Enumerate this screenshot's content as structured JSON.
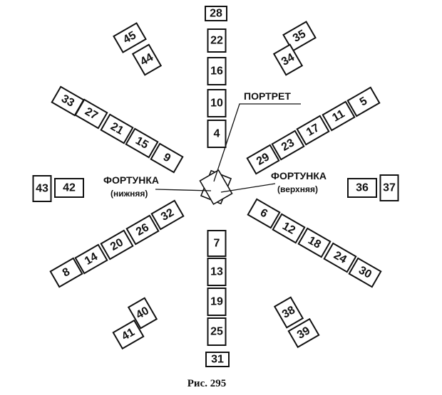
{
  "diagram": {
    "labels": {
      "portrait": "ПОРТРЕТ",
      "fortune_lower": "ФОРТУНКА",
      "fortune_lower_sub": "(нижняя)",
      "fortune_upper": "ФОРТУНКА",
      "fortune_upper_sub": "(верхняя)"
    },
    "caption": "Рис. 295",
    "rays": {
      "north": [
        "28",
        "22",
        "16",
        "10",
        "4"
      ],
      "south": [
        "7",
        "13",
        "19",
        "25",
        "31"
      ],
      "northwest": [
        "33",
        "27",
        "21",
        "15",
        "9"
      ],
      "northeast": [
        "29",
        "23",
        "17",
        "11",
        "5"
      ],
      "southwest": [
        "32",
        "26",
        "20",
        "14",
        "8"
      ],
      "southeast": [
        "6",
        "12",
        "18",
        "24",
        "30"
      ]
    },
    "pairs": {
      "west": [
        "43",
        "42"
      ],
      "east": [
        "36",
        "37"
      ],
      "top_left": [
        "45",
        "44"
      ],
      "top_right": [
        "35",
        "34"
      ],
      "bottom_left": [
        "40",
        "41"
      ],
      "bottom_right": [
        "38",
        "39"
      ]
    }
  }
}
